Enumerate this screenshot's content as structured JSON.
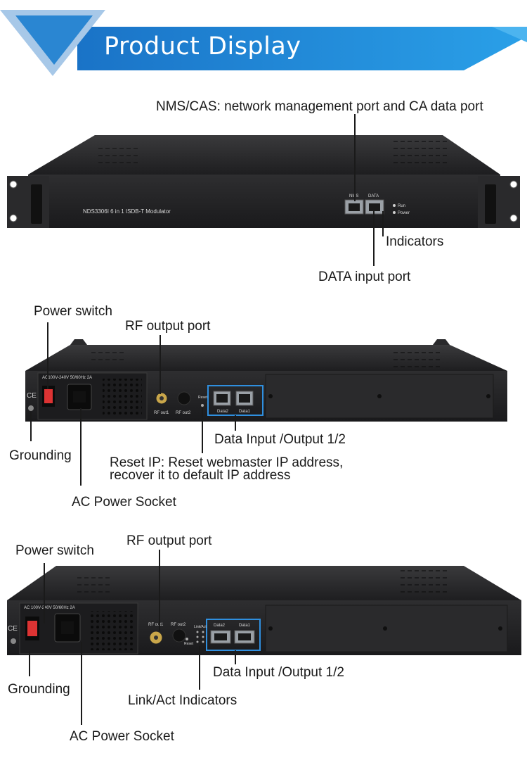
{
  "header": {
    "title": "Product Display"
  },
  "front": {
    "model": "NDS3306I 6 in 1 ISDB-T Modulator",
    "port_nms": "NMS",
    "port_data": "DATA",
    "led_run": "Run",
    "led_power": "Power",
    "callout_nms": "NMS/CAS: network management port and CA data port",
    "callout_indicators": "Indicators",
    "callout_data": "DATA input port"
  },
  "rear1": {
    "ac_rating": "AC100V-240V 50/60Hz 2A",
    "rf_out1": "RF out1",
    "rf_out2": "RF out2",
    "reset": "Reset",
    "data2": "Data2",
    "data1": "Data1",
    "callout_power_switch": "Power switch",
    "callout_rf_output": "RF output port",
    "callout_grounding": "Grounding",
    "callout_data_io": "Data Input /Output 1/2",
    "callout_reset_line1": "Reset IP: Reset webmaster IP address,",
    "callout_reset_line2": "recover it to default IP address",
    "callout_ac_socket": "AC Power Socket"
  },
  "rear2": {
    "ac_rating": "AC 100V-240V 50/60Hz 2A",
    "rf_out1": "RF out1",
    "rf_out2": "RF out2",
    "link_act": "Link/Act",
    "reset": "Reset",
    "data2": "Data2",
    "data1": "Data1",
    "callout_power_switch": "Power switch",
    "callout_rf_output": "RF output port",
    "callout_grounding": "Grounding",
    "callout_data_io": "Data Input /Output 1/2",
    "callout_link_act": "Link/Act Indicators",
    "callout_ac_socket": "AC Power Socket"
  },
  "colors": {
    "banner_blue": "#1f86d6",
    "highlight_box": "#2f8fdf",
    "chassis": "#2b2b2d"
  }
}
